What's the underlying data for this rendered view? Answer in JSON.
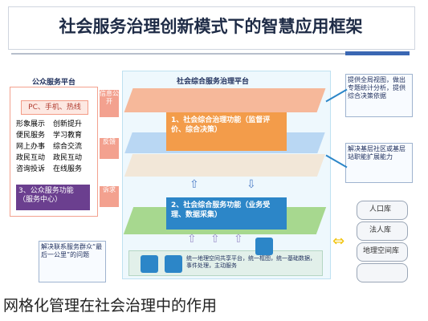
{
  "title": "社会服务治理创新模式下的智慧应用框架",
  "left_header": "公众服务平台",
  "center_header": "社会综合服务治理平台",
  "left_top_box": "PC、手机、热线",
  "left_list": [
    "形象展示",
    "便民服务",
    "网上办事",
    "政民互动",
    "咨询投诉",
    "创新提升",
    "学习教育",
    "综合交流",
    "政民互动",
    "在线服务"
  ],
  "left_bottom_box": "3、公众服务功能（服务中心）",
  "left_arrows": [
    "信息公开",
    "反馈",
    "诉求"
  ],
  "orange_box": "1、社会综合治理功能（监督评价、综合决策）",
  "blue_box": "2、社会综合服务功能（业务受理、数据采集）",
  "left_bottom_note": "解决联系服务群众“最后一公里”的问题",
  "bottom_band": "统一地理空间共享平台，统一框图，统一基础数据，事件处理，主动服务",
  "right_top_note": "提供全局视图，做出专题统计分析，提供综合决策依据",
  "right_mid_note": "解决基层社区或基层站职能扩展能力",
  "db_items": [
    "人口库",
    "法人库",
    "地理空间库"
  ]
}
